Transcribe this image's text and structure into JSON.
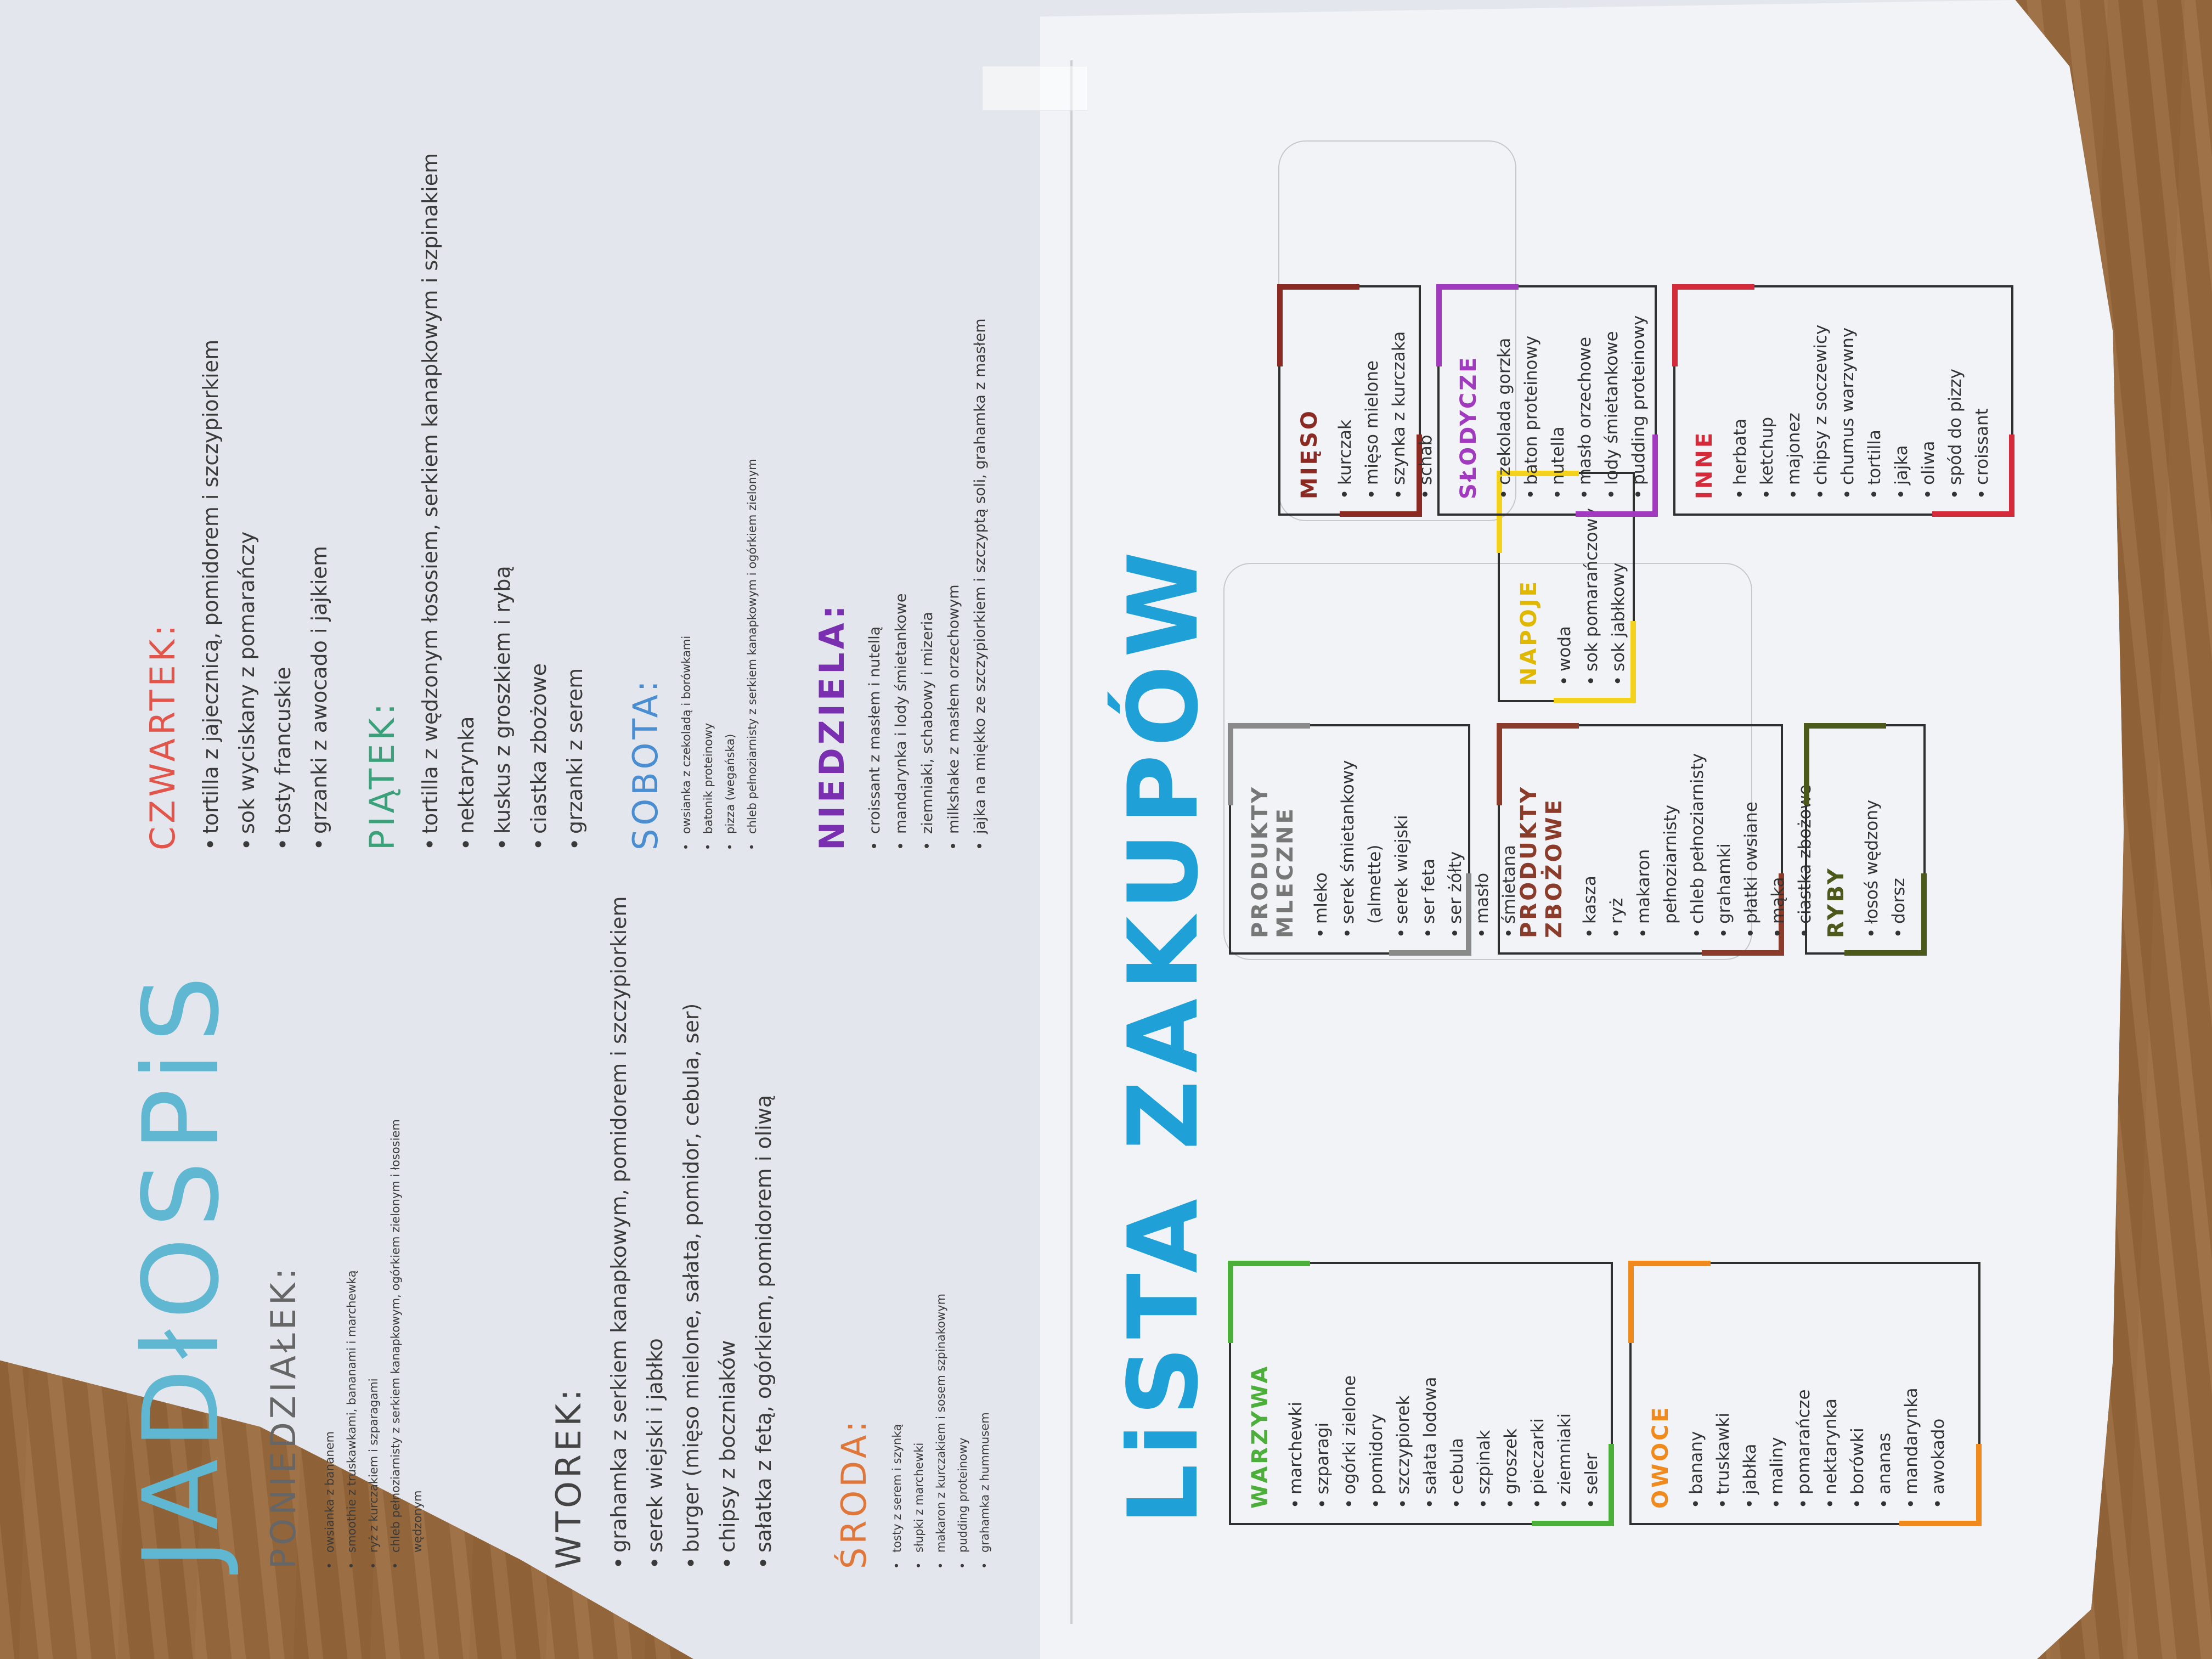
{
  "meal_plan": {
    "title": "JADłOSPiS",
    "days": [
      {
        "name": "PONIEDZIAŁEK:",
        "meals": [
          "owsianka z bananem",
          "smoothie z truskawkami, bananami i marchewką",
          "ryż z kurczakiem i szparagami",
          "chleb pełnoziarnisty z serkiem kanapkowym, ogórkiem zielonym i łososiem wędzonym"
        ]
      },
      {
        "name": "WTOREK:",
        "meals": [
          "grahamka z serkiem kanapkowym, pomidorem i szczypiorkiem",
          "serek wiejski i jabłko",
          "burger (mięso mielone, sałata, pomidor, cebula, ser)",
          "chipsy z boczniaków",
          "sałatka z fetą, ogórkiem, pomidorem i oliwą"
        ]
      },
      {
        "name": "ŚRODA:",
        "meals": [
          "tosty z serem i szynką",
          "słupki z marchewki",
          "makaron z kurczakiem i sosem szpinakowym",
          "pudding proteinowy",
          "grahamka z hummusem"
        ]
      },
      {
        "name": "CZWARTEK:",
        "meals": [
          "tortilla z jajecznicą, pomidorem i szczypiorkiem",
          "sok wyciskany z pomarańczy",
          "tosty francuskie",
          "grzanki z awocado i jajkiem"
        ]
      },
      {
        "name": "PIĄTEK:",
        "meals": [
          "tortilla z wędzonym łososiem, serkiem kanapkowym i szpinakiem",
          "nektarynka",
          "kuskus z groszkiem i rybą",
          "ciastka zbożowe",
          "grzanki z serem"
        ]
      },
      {
        "name": "SOBOTA:",
        "meals": [
          "owsianka z czekoladą i borówkami",
          "batonik proteinowy",
          "pizza (wegańska)",
          "chleb pełnoziarnisty z serkiem kanapkowym i ogórkiem zielonym"
        ]
      },
      {
        "name": "NIEDZIELA:",
        "meals": [
          "croissant z masłem i nutellą",
          "mandarynka i lody śmietankowe",
          "ziemniaki, schabowy i mizeria",
          "milkshake z masłem orzechowym",
          "jajka na miękko ze szczypiorkiem i szczyptą soli, grahamka z masłem"
        ]
      }
    ]
  },
  "shopping_list": {
    "title": "LiSTA ZAKUPÓW",
    "categories": [
      {
        "name": "WARZYWA",
        "color": "#4caf3a",
        "items": [
          "marchewki",
          "szparagi",
          "ogórki zielone",
          "pomidory",
          "szczypiorek",
          "sałata lodowa",
          "cebula",
          "szpinak",
          "groszek",
          "pieczarki",
          "ziemniaki",
          "seler"
        ]
      },
      {
        "name": "OWOCE",
        "color": "#f08a1c",
        "items": [
          "banany",
          "truskawki",
          "jabłka",
          "maliny",
          "pomarańcze",
          "nektarynka",
          "borówki",
          "ananas",
          "mandarynka",
          "awokado"
        ]
      },
      {
        "name": "PRODUKTY MLECZNE",
        "color": "#8a8a8a",
        "items": [
          "mleko",
          "serek śmietankowy (almette)",
          "serek wiejski",
          "ser feta",
          "ser żółty",
          "masło",
          "śmietana"
        ]
      },
      {
        "name": "PRODUKTY ZBOŻOWE",
        "color": "#8a3b2a",
        "items": [
          "kasza",
          "ryż",
          "makaron pełnoziarnisty",
          "chleb pełnoziarnisty",
          "grahamki",
          "płatki owsiane",
          "mąka",
          "ciastka zbożowe"
        ]
      },
      {
        "name": "RYBY",
        "color": "#4b5a1a",
        "items": [
          "łosoś wędzony",
          "dorsz"
        ]
      },
      {
        "name": "NAPOJE",
        "color": "#f2d21c",
        "items": [
          "woda",
          "sok pomarańczowy",
          "sok jabłkowy"
        ]
      },
      {
        "name": "MIĘSO",
        "color": "#8a2a22",
        "items": [
          "kurczak",
          "mięso mielone",
          "szynka z kurczaka",
          "schab"
        ]
      },
      {
        "name": "SŁODYCZE",
        "color": "#a23ac0",
        "items": [
          "czekolada gorzka",
          "baton proteinowy",
          "nutella",
          "masło orzechowe",
          "lody śmietankowe",
          "pudding proteinowy"
        ]
      },
      {
        "name": "INNE",
        "color": "#d42a3a",
        "items": [
          "herbata",
          "ketchup",
          "majonez",
          "chipsy z soczewicy",
          "chumus warzywny",
          "tortilla",
          "jajka",
          "oliwa",
          "spód do pizzy",
          "croissant"
        ]
      }
    ]
  },
  "colors": {
    "poniedzialek": "#6a6a6a",
    "wtorek": "#4a4a4a",
    "sroda": "#e0773a",
    "czwartek": "#e2554a",
    "piatek": "#3aa17a",
    "sobota": "#4a8dd0",
    "niedziela": "#7a2fb0"
  }
}
